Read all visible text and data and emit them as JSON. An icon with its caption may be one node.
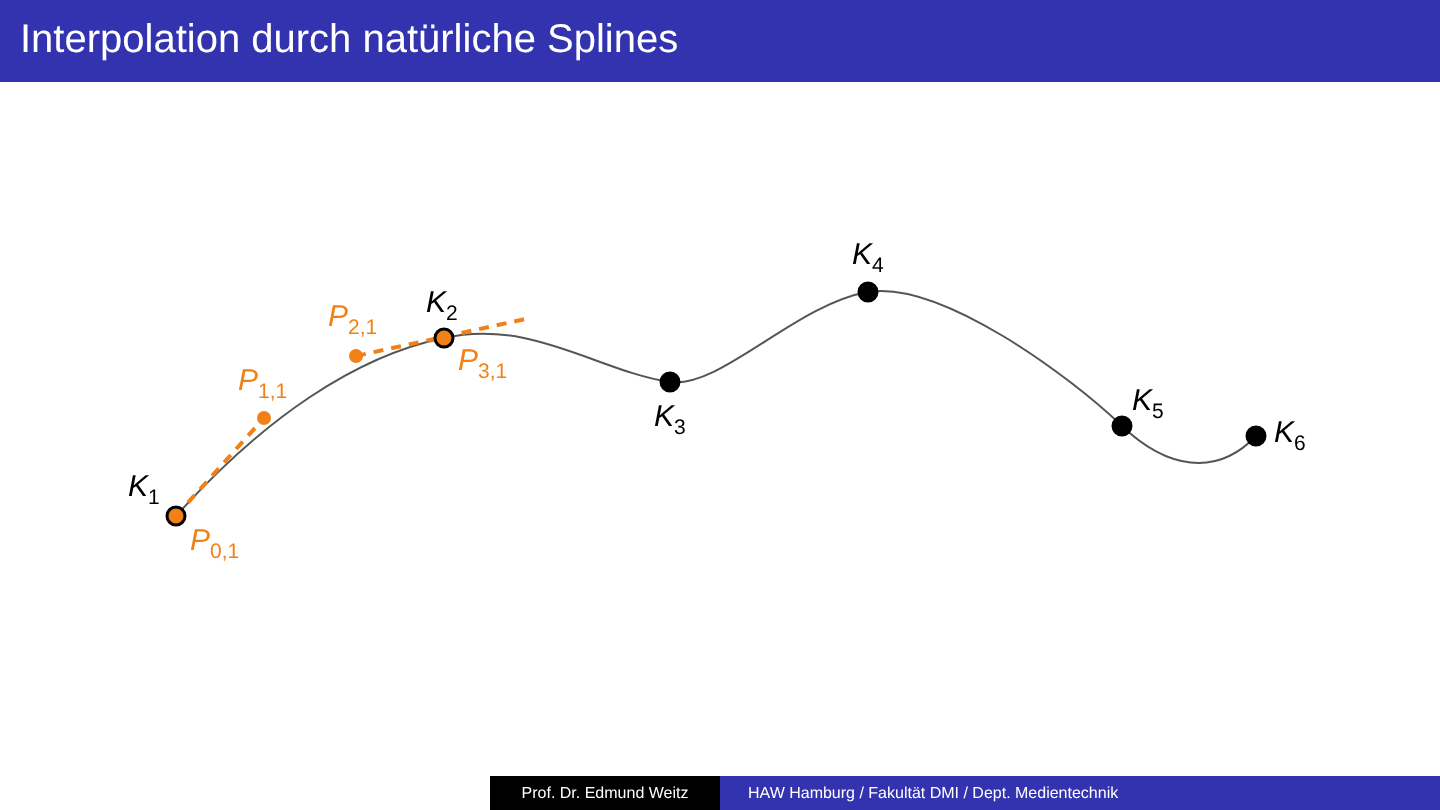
{
  "diagram": {
    "title": "Interpolation durch natürliche Splines",
    "labels": [
      "*K*$_{1}$",
      "*P*$_{0,1}$",
      "*P*$_{1,1}$",
      "*P*$_{2,1}$",
      "*K*$_{2}$",
      "*P*$_{3,1}$",
      "*K*$_{3}$",
      "*K*$_{4}$",
      "*K*$_{5}$",
      "*K*$_{6}$",
      "Prof. Dr. Edmund Weitz",
      "HAW Hamburg / Fakultät DMI / Dept. Medientechnik"
    ]
  }
}
